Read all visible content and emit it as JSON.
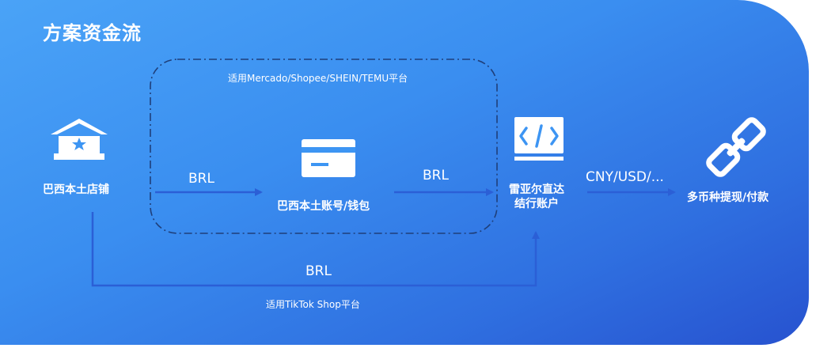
{
  "title": "方案资金流",
  "scope_label_top": "适用Mercado/Shopee/SHEIN/TEMU平台",
  "scope_label_bottom": "适用TikTok Shop平台",
  "nodes": {
    "local_store": "巴西本土店铺",
    "local_account": "巴西本土账号/钱包",
    "settlement_line1": "雷亚尔直达",
    "settlement_line2": "结行账户",
    "withdrawal": "多币种提现/付款"
  },
  "flows": {
    "store_to_account": "BRL",
    "account_to_settlement": "BRL",
    "settlement_to_withdrawal": "CNY/USD/...",
    "store_to_settlement_direct": "BRL"
  },
  "colors": {
    "panel_start": "#4aa3f7",
    "panel_end": "#2752cf",
    "arrow": "#2b5fd6",
    "icon": "#ffffff"
  }
}
